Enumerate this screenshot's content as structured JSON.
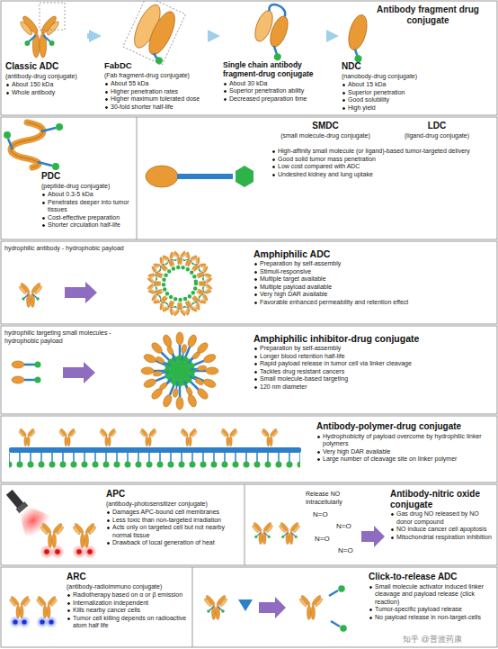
{
  "diagram": {
    "nodes": [
      {
        "text": [
          "Classic ADC",
          "(antibody-drug conjugate)",
          "About 150 kDa",
          "Whole antibody"
        ]
      },
      {
        "text": [
          "FabDC",
          "(Fab fragment-drug conjugate)",
          "About 55 kDa",
          "Higher penetration rates",
          "Higher maximum tolerated dose",
          "30-fold shorter half-life"
        ]
      },
      {
        "text": [
          "Single chain antibody fragment-drug conjugate",
          "About 30 kDa",
          "Superior penetration ability",
          "Decreased preparation time"
        ]
      },
      {
        "text": [
          "NDC",
          "(nanobody-drug conjugate)",
          "About 15 kDa",
          "Superior penetration",
          "Good solubility",
          "High yield"
        ]
      },
      {
        "text": [
          "PDC",
          "(peptide-drug conjugate)",
          "About 0.3-5 kDa",
          "Penetrates deeper into tumor tissues",
          "Cost-effective preparation",
          "Shorter circulation half-life"
        ]
      },
      {
        "text": [
          "SMDC",
          "(small molecule-drug conjugate)",
          "LDC",
          "(ligand-drug conjugate)",
          "High-affinity small molecule (or ligand)-based tumor-targeted delivery",
          "Good solid tumor mass penetration",
          "Low cost compared with ADC",
          "Undesired kidney and lung uptake"
        ]
      },
      {
        "text": [
          "Amphiphilic ADC",
          "Preparation by self-assembly",
          "Stimuli-responsive",
          "Multiple target available",
          "Multiple payload available",
          "Very high DAR available",
          "Favorable enhanced permeability and retention effect"
        ]
      },
      {
        "text": [
          "Amphiphilic inhibitor-drug conjugate",
          "Preparation by self-assembly",
          "Longer blood retention half-life",
          "Rapid payload release in tumor cell via linker cleavage",
          "Tackles drug resistant cancers",
          "Small molecule-based targeting",
          "120 nm diameter"
        ]
      },
      {
        "text": [
          "Antibody-polymer-drug conjugate",
          "Hydrophobicity of payload overcome by hydrophilic linker polymers",
          "Very high DAR available",
          "Large number of cleavage site on linker polymer"
        ]
      },
      {
        "text": [
          "APC",
          "(antibody-photosensitizer conjugate)",
          "Damages APC-bound cell membranes",
          "Less toxic than non-targeted irradiation",
          "Acts only on targeted cell but not nearby normal tissue",
          "Drawback of local generation of heat"
        ]
      },
      {
        "text": [
          "Antibody-nitric oxide conjugate",
          "Gas drug NO released by NO donor compound",
          "NO induce cancer cell apoptosis",
          "Mitochondrial respiration inhibition"
        ]
      },
      {
        "text": [
          "ARC",
          "(antibody-radioimmuno conjugate)",
          "Radiotherapy based on α or β emission",
          "Internalization independent",
          "Kills nearby cancer cells",
          "Tumor cell killing depends on radioactive atom half life"
        ]
      },
      {
        "text": [
          "Click-to-release ADC",
          "Small molecule activator induced linker cleavage and payload release (click reaction)",
          "Tumor-specific payload release",
          "No payload release in non-target-cells"
        ]
      }
    ],
    "edges": [
      {
        "from": 0,
        "to": 1,
        "arrow": "to"
      },
      {
        "from": 1,
        "to": 2,
        "arrow": "to"
      },
      {
        "from": 2,
        "to": 3,
        "arrow": "to"
      }
    ],
    "labels": [
      "Antibody fragment drug conjugate",
      "hydrophilic antibody - hydrophobic payload",
      "hydrophilic targeting small molecules - hydrophobic payload",
      "Release NO intracellularly",
      "N=O",
      "N=O",
      "N=O",
      "N=O",
      "知乎 @普渡药康"
    ]
  }
}
